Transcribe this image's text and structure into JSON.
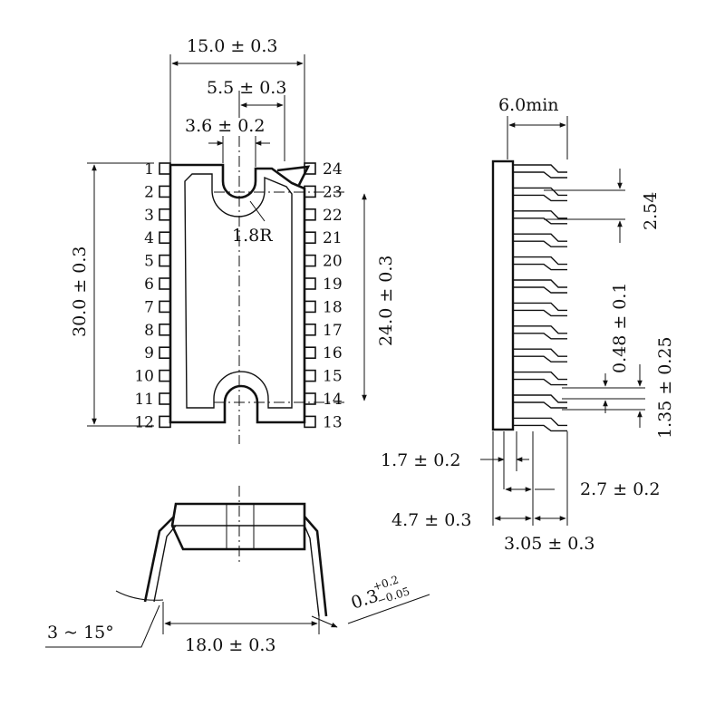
{
  "top_view": {
    "pins_left": [
      "1",
      "2",
      "3",
      "4",
      "5",
      "6",
      "7",
      "8",
      "9",
      "10",
      "11",
      "12"
    ],
    "pins_right": [
      "24",
      "23",
      "22",
      "21",
      "20",
      "19",
      "18",
      "17",
      "16",
      "15",
      "14",
      "13"
    ],
    "dim_width": "15.0 ± 0.3",
    "dim_slot_offset": "5.5 ± 0.3",
    "dim_slot_width": "3.6 ± 0.2",
    "dim_radius": "1.8R",
    "dim_length": "30.0 ± 0.3",
    "dim_hole_pitch": "24.0 ± 0.3"
  },
  "side_view": {
    "dim_min_width": "6.0min",
    "dim_pin_pitch": "2.54",
    "dim_lead_width": "0.48 ± 0.1",
    "dim_lead_spacing": "1.35 ± 0.25",
    "dim_a": "1.7 ± 0.2",
    "dim_b": "2.7 ± 0.2",
    "dim_c": "4.7 ± 0.3",
    "dim_d": "3.05 ± 0.3"
  },
  "front_view": {
    "dim_angle": "3 ~ 15°",
    "dim_span": "18.0 ± 0.3",
    "dim_thickness_base": "0.3",
    "dim_thickness_plus": "+0.2",
    "dim_thickness_minus": "−0.05"
  }
}
